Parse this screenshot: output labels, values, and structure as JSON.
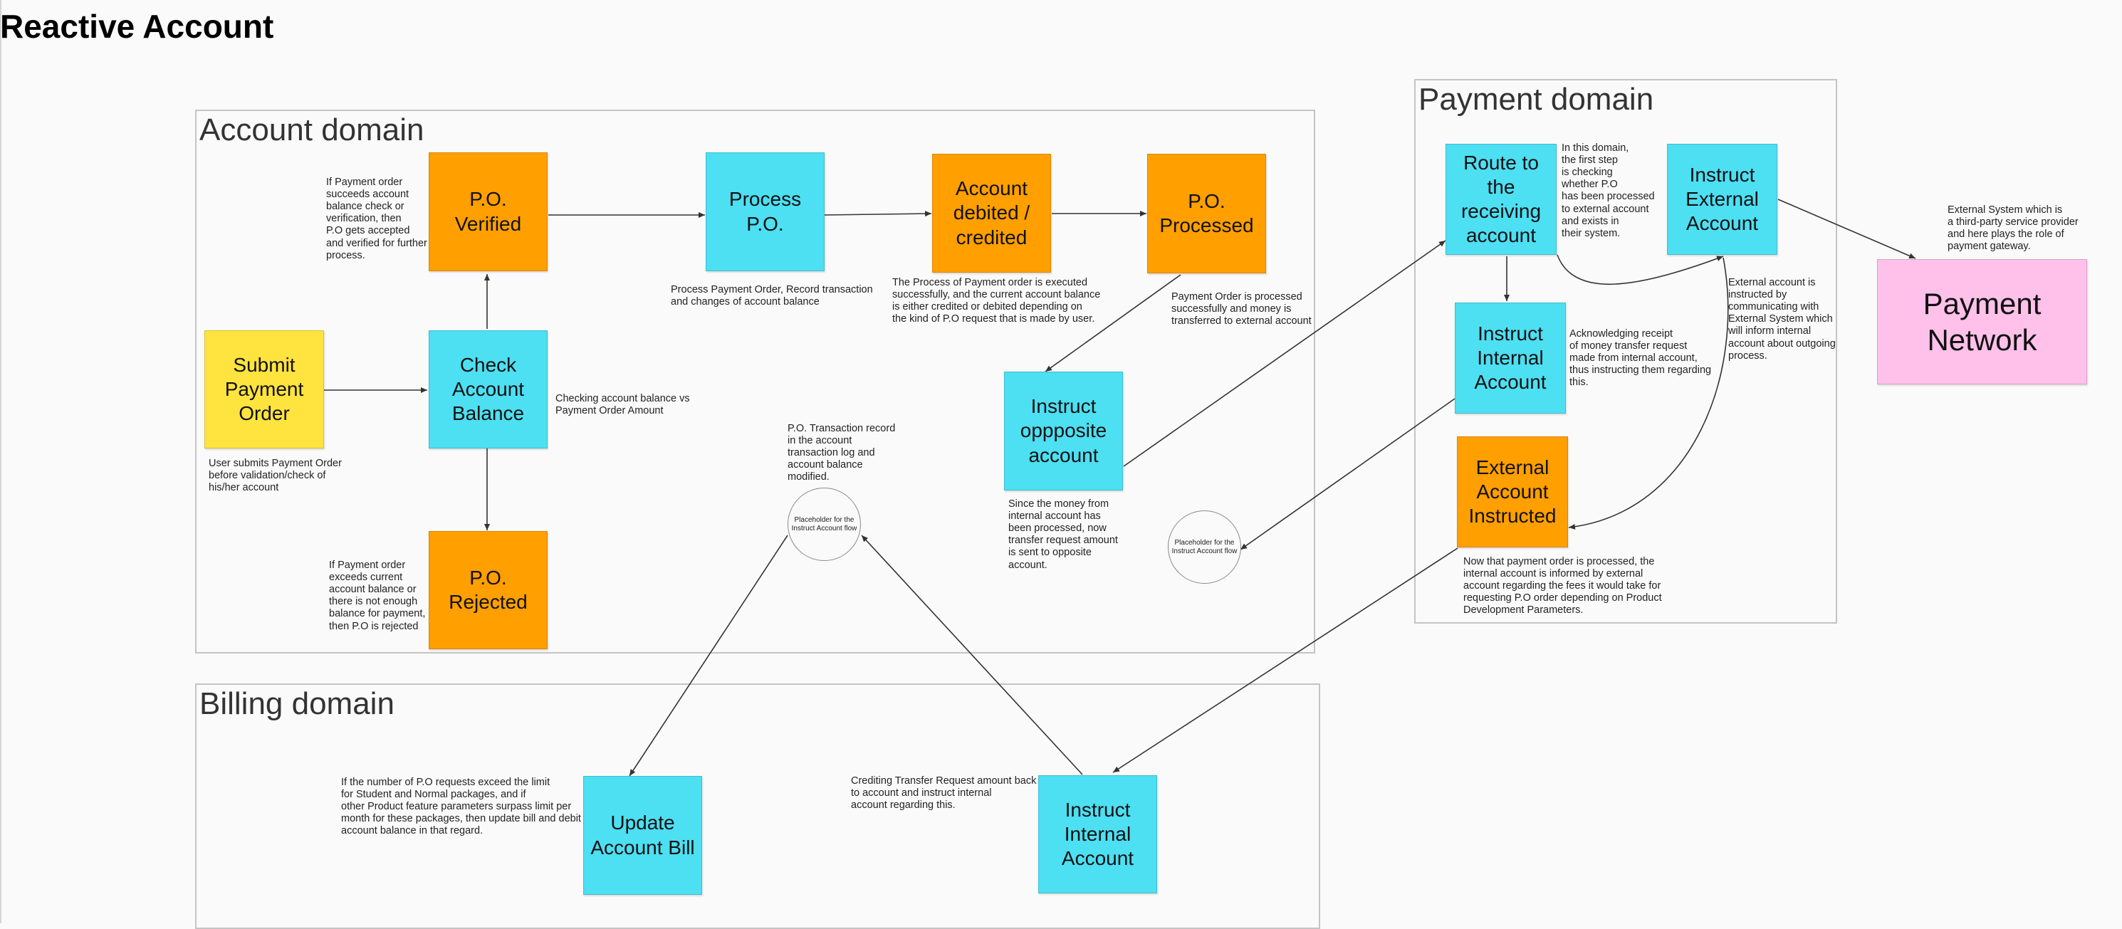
{
  "page_title": "Reactive Account",
  "domains": {
    "account": "Account domain",
    "payment": "Payment domain",
    "billing": "Billing domain"
  },
  "stickies": {
    "submit_payment_order": "Submit\nPayment\nOrder",
    "check_account_balance": "Check\nAccount\nBalance",
    "po_verified": "P.O. Verified",
    "po_rejected": "P.O.\nRejected",
    "process_po": "Process P.O.",
    "account_debited_credited": "Account\ndebited /\ncredited",
    "po_processed": "P.O.\nProcessed",
    "instruct_opposite_account": "Instruct\noppposite\naccount",
    "route_to_receiving_account": "Route to the\nreceiving\naccount",
    "instruct_external_account": "Instruct\nExternal\nAccount",
    "instruct_internal_account_payment": "Instruct\nInternal\nAccount",
    "external_account_instructed": "External\nAccount\nInstructed",
    "payment_network": "Payment\nNetwork",
    "update_account_bill": "Update\nAccount Bill",
    "instruct_internal_account_billing": "Instruct\nInternal\nAccount"
  },
  "notes": {
    "po_verified_note": "If Payment order\nsucceeds account\nbalance check or\nverification, then\nP.O gets accepted\nand verified for further\nprocess.",
    "submit_note": "User submits Payment Order\nbefore validation/check of\nhis/her account",
    "check_balance_note": "Checking account balance vs\nPayment Order Amount",
    "po_rejected_note": "If Payment order\nexceeds current\naccount balance or\nthere is not enough\nbalance for payment,\nthen P.O is rejected",
    "process_po_note": "Process Payment Order, Record transaction\nand changes of account balance",
    "debited_note": "The Process of Payment order is executed\nsuccessfully, and the current account balance\nis either credited or debited depending on\nthe kind of P.O request that is made by user.",
    "po_processed_note": "Payment Order is processed\nsuccessfully and money is\ntransferred to external account",
    "transaction_record_note": "P.O. Transaction record\nin the account\ntransaction log and\naccount balance\nmodified.",
    "opposite_note": "Since the money from\ninternal account has\nbeen processed, now\ntransfer request amount\nis sent to opposite\naccount.",
    "route_note": "In this domain,\nthe first step\nis checking\nwhether P.O\nhas been processed\nto external account\nand exists in\ntheir system.",
    "external_account_note": "External account is\ninstructed by\ncommunicating with\nExternal System which\nwill inform internal\naccount about outgoing\nprocess.",
    "acknowledging_note": "Acknowledging receipt\nof money transfer request\nmade from internal account,\nthus instructing them regarding\nthis.",
    "external_system_note": "External System which is\na third-party service provider\nand here plays the role of\npayment gateway.",
    "external_instructed_note": "Now that payment order is processed, the\ninternal account is informed by external\naccount regarding the fees it would take for\nrequesting P.O order depending on Product\nDevelopment Parameters.",
    "billing_note": "If the number of P.O requests exceed the limit\nfor Student and Normal packages, and if\nother Product feature parameters surpass limit per\nmonth for these packages, then update bill and debit\naccount balance in that regard.",
    "crediting_note": "Crediting Transfer Request amount back\nto account and instruct internal\naccount regarding this."
  },
  "placeholders": {
    "account_flow_1": "Placeholder for the\nInstruct Account flow",
    "account_flow_2": "Placeholder for the\nInstruct Account flow"
  },
  "colors": {
    "orange": "#ff9f00",
    "blue": "#4ddff2",
    "yellow": "#ffe33f",
    "pink": "#ffc1ea",
    "connector": "#333333",
    "domain_border": "#c4c4c4"
  }
}
